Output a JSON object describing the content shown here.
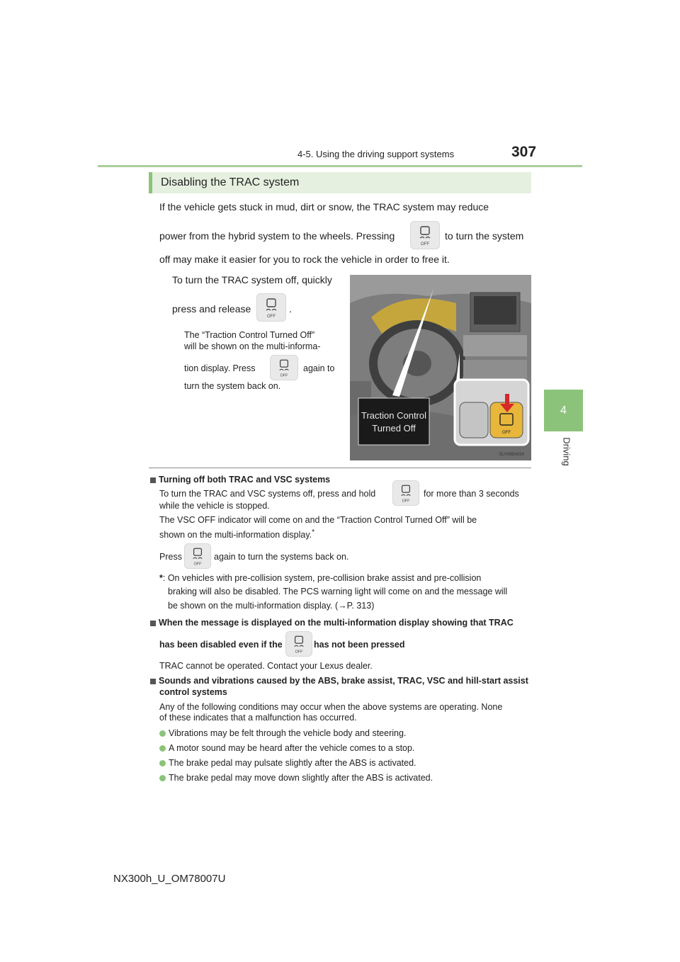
{
  "header": {
    "section_title": "4-5. Using the driving support systems",
    "page_number": "307"
  },
  "side_tab": {
    "chapter_number": "4",
    "chapter_label": "Driving"
  },
  "section": {
    "heading": "Disabling the TRAC system",
    "intro_line1": "If the vehicle gets stuck in mud, dirt or snow, the TRAC system may reduce",
    "intro_line2_before": "power from the hybrid system to the wheels. Pressing",
    "intro_line2_after": "to turn the system",
    "intro_line3": "off may make it easier for you to rock the vehicle in order to free it.",
    "instruction_line1": "To turn the TRAC system off, quickly",
    "instruction_line2_before": "press and release",
    "instruction_line2_after": ".",
    "note_line1": "The “Traction Control Turned Off”",
    "note_line2": "will be shown on the multi-informa-",
    "note_line3_before": "tion display. Press",
    "note_line3_after": "again to",
    "note_line4": "turn the system back on."
  },
  "illustration": {
    "display_line1": "Traction Control",
    "display_line2": "Turned Off",
    "button_text": "OFF",
    "code": "SLY45BA024"
  },
  "icon": {
    "name": "vsc-off-switch-icon",
    "label": "OFF"
  },
  "block1": {
    "title": "Turning off both TRAC and VSC systems",
    "line1_before": "To turn the TRAC and VSC systems off, press and hold",
    "line1_after": "for more than 3 seconds",
    "line2": "while the vehicle is stopped.",
    "line3": "The VSC OFF indicator will come on and the “Traction Control Turned Off” will be",
    "line4": "shown on the multi-information display.",
    "asterisk": "*",
    "line5_before": "Press",
    "line5_after": "again to turn the systems back on.",
    "footnote_mark": "*",
    "footnote_line1": ": On vehicles with pre-collision system, pre-collision brake assist and pre-collision",
    "footnote_line2": "braking will also be disabled. The PCS warning light will come on and the message will",
    "footnote_line3": "be shown on the multi-information display. (→P. 313)"
  },
  "block2": {
    "title_line1": "When the message is displayed on the multi-information display showing that TRAC",
    "title_line2_before": "has been disabled even if the",
    "title_line2_after": "has not been pressed",
    "body": "TRAC cannot be operated. Contact your Lexus dealer."
  },
  "block3": {
    "title_line1": "Sounds and vibrations caused by the ABS, brake assist, TRAC, VSC and hill-start assist",
    "title_line2": "control systems",
    "body_line1": "Any of the following conditions may occur when the above systems are operating. None",
    "body_line2": "of these indicates that a malfunction has occurred.",
    "bullets": [
      "Vibrations may be felt through the vehicle body and steering.",
      "A motor sound may be heard after the vehicle comes to a stop.",
      "The brake pedal may pulsate slightly after the ABS is activated.",
      "The brake pedal may move down slightly after the ABS is activated."
    ]
  },
  "footer": {
    "code": "NX300h_U_OM78007U"
  }
}
